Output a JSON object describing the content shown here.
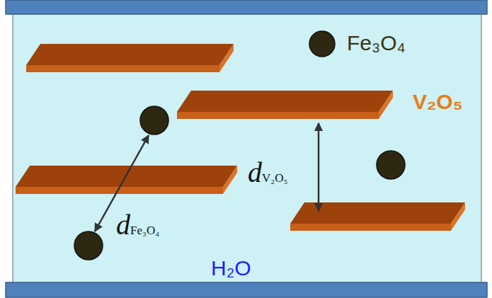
{
  "diagram": {
    "labels": [
      "Fe₃O₄",
      "V₂O₅",
      "dV₂O₅",
      "dFe₃O₄",
      "H₂O"
    ]
  }
}
